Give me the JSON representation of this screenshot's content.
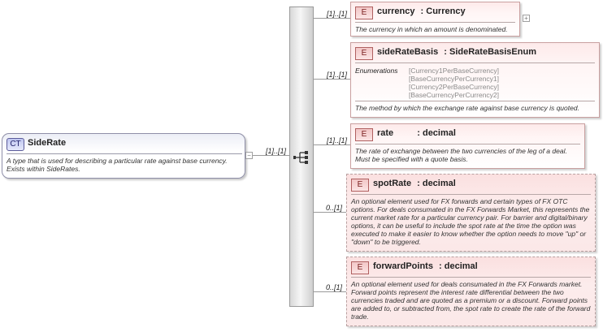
{
  "complex_type": {
    "badge": "CT",
    "name": "SideRate",
    "documentation": "A type that is used for describing a particular rate against base currency. Exists within SideRates."
  },
  "sequence": {
    "cardinality": "[1]..[1]"
  },
  "expand_glyph": "+",
  "collapse_glyph": "−",
  "elements": [
    {
      "badge": "E",
      "name": "currency",
      "type": ": Currency",
      "cardinality": "[1]..[1]",
      "documentation": "The currency in which an amount is denominated."
    },
    {
      "badge": "E",
      "name": "sideRateBasis",
      "type": ": SideRateBasisEnum",
      "cardinality": "[1]..[1]",
      "enumerations_label": "Enumerations",
      "enumerations": [
        "[Currency1PerBaseCurrency]",
        "[BaseCurrencyPerCurrency1]",
        "[Currency2PerBaseCurrency]",
        "[BaseCurrencyPerCurrency2]"
      ],
      "documentation": "The method by which the exchange rate against base currency is quoted."
    },
    {
      "badge": "E",
      "name": "rate",
      "type": ": decimal",
      "cardinality": "[1]..[1]",
      "documentation": "The rate of exchange between the two currencies of the leg of a deal. Must be specified with a quote basis."
    },
    {
      "badge": "E",
      "name": "spotRate",
      "type": ": decimal",
      "cardinality": "0..[1]",
      "documentation": "An optional element used for FX forwards and certain types of FX OTC options. For deals consumated in the FX Forwards Market, this represents the current market rate for a particular currency pair. For barrier and digital/binary options, it can be useful to include the spot rate at the time the option was executed to make it easier to know whether the option needs to move \"up\" or \"down\" to be triggered."
    },
    {
      "badge": "E",
      "name": "forwardPoints",
      "type": ": decimal",
      "cardinality": "0..[1]",
      "documentation": "An optional element used for deals consumated in the FX Forwards market. Forward points represent the interest rate differential between the two currencies traded and are quoted as a premium or a discount. Forward points are added to, or subtracted from, the spot rate to create the rate of the forward trade."
    }
  ]
}
